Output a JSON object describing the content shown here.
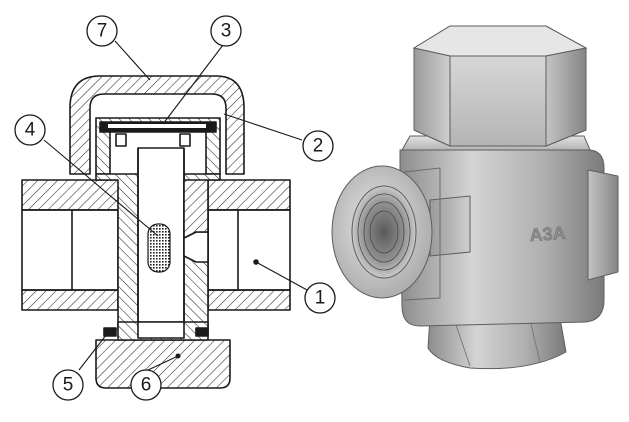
{
  "callouts": [
    {
      "id": "c1",
      "label": "1"
    },
    {
      "id": "c2",
      "label": "2"
    },
    {
      "id": "c3",
      "label": "3"
    },
    {
      "id": "c4",
      "label": "4"
    },
    {
      "id": "c5",
      "label": "5"
    },
    {
      "id": "c6",
      "label": "6"
    },
    {
      "id": "c7",
      "label": "7"
    }
  ],
  "product_marking": "A3A",
  "colors": {
    "line": "#1a1a1a",
    "hatch": "#2a2a2a",
    "metal_light": "#d9d9d9",
    "metal_mid": "#a8a8a8",
    "metal_dark": "#6e6e6e"
  },
  "icons": {
    "cross_section": "steam-trap-cross-section-drawing",
    "render": "steam-trap-3d-render"
  }
}
